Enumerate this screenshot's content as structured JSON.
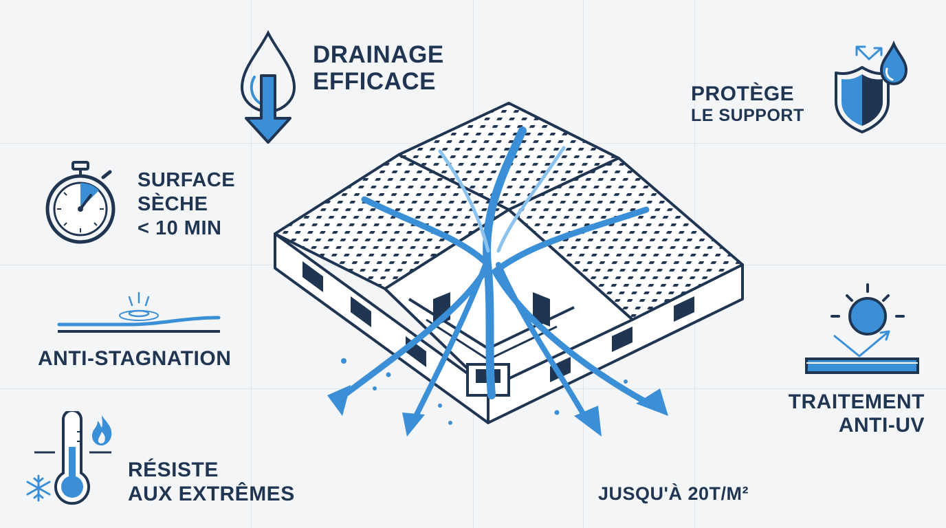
{
  "features": {
    "drainage": {
      "line1": "DRAINAGE",
      "line2": "EFFICACE"
    },
    "protect": {
      "line1": "PROTÈGE",
      "line2": "LE SUPPORT"
    },
    "dry": {
      "line1": "SURFACE",
      "line2": "SÈCHE",
      "line3": "< 10 MIN"
    },
    "stagnation": {
      "line1": "ANTI-STAGNATION"
    },
    "uv": {
      "line1": "TRAITEMENT",
      "line2": "ANTI-UV"
    },
    "extremes": {
      "line1": "RÉSISTE",
      "line2": "AUX EXTRÊMES"
    },
    "load": {
      "line1": "JUSQU'À 20T/M²"
    }
  },
  "colors": {
    "navy": "#1f3552",
    "blue": "#3a8fd6",
    "light_blue": "#8cc3ee",
    "background": "#f4f5f6"
  },
  "icons": [
    "water-drop-arrow-icon",
    "shield-drop-icon",
    "stopwatch-icon",
    "splash-surface-icon",
    "sun-reflection-icon",
    "thermometer-icon",
    "snowflake-icon",
    "flame-icon"
  ]
}
